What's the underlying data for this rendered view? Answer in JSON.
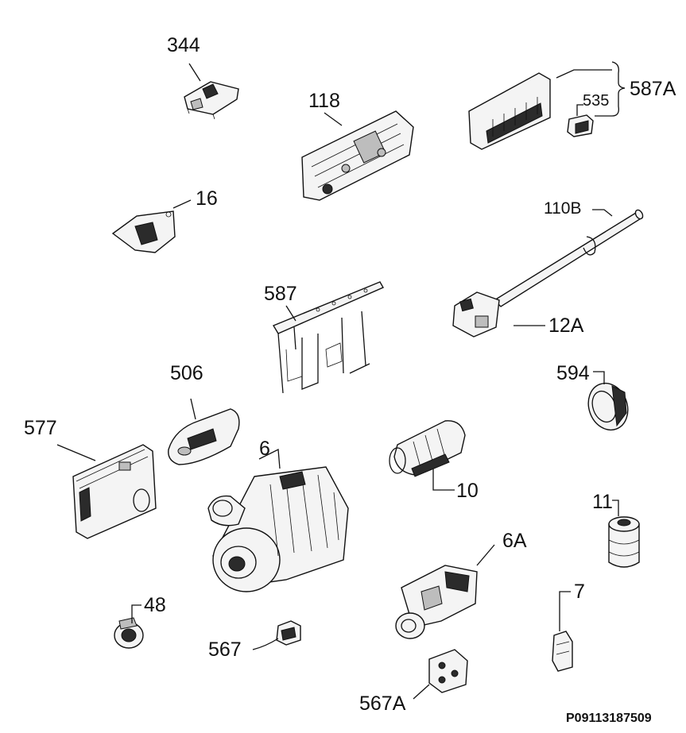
{
  "labels": {
    "p344": "344",
    "p118": "118",
    "p535": "535",
    "p587A": "587A",
    "p16": "16",
    "p110B": "110B",
    "p587": "587",
    "p12A": "12A",
    "p506": "506",
    "p594": "594",
    "p577": "577",
    "p6": "6",
    "p10": "10",
    "p11": "11",
    "p6A": "6A",
    "p48": "48",
    "p7": "7",
    "p567": "567",
    "p567A": "567A"
  },
  "diagram_code": "P09113187509"
}
